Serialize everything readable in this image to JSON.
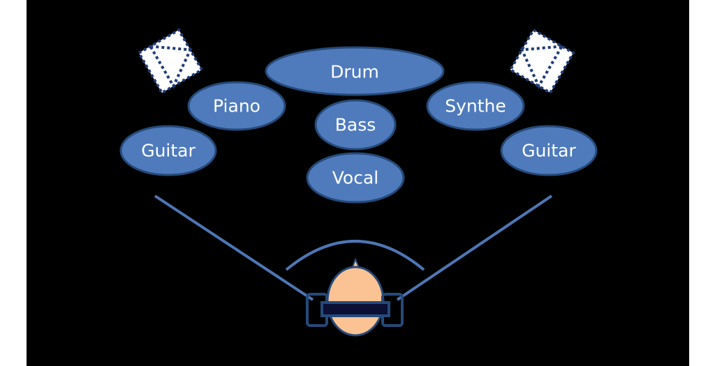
{
  "colors": {
    "canvas": "#000000",
    "page_margin": "#ffffff",
    "ellipse_fill": "#4f7bbd",
    "ellipse_stroke": "#254a7a",
    "line": "#4d76b5",
    "head_fill": "#fbc394",
    "head_stroke": "#254a7a",
    "headset": "#0b0f33",
    "speaker_fill": "#ffffff",
    "speaker_dots": "#1f3a78",
    "label_text": "#ffffff"
  },
  "instruments": {
    "drum": "Drum",
    "piano": "Piano",
    "synthe": "Synthe",
    "bass": "Bass",
    "vocal": "Vocal",
    "guitar_left": "Guitar",
    "guitar_right": "Guitar"
  },
  "icons": {
    "speaker_left": "speaker-icon",
    "speaker_right": "speaker-icon",
    "listener": "listener-head-with-headset-icon"
  }
}
